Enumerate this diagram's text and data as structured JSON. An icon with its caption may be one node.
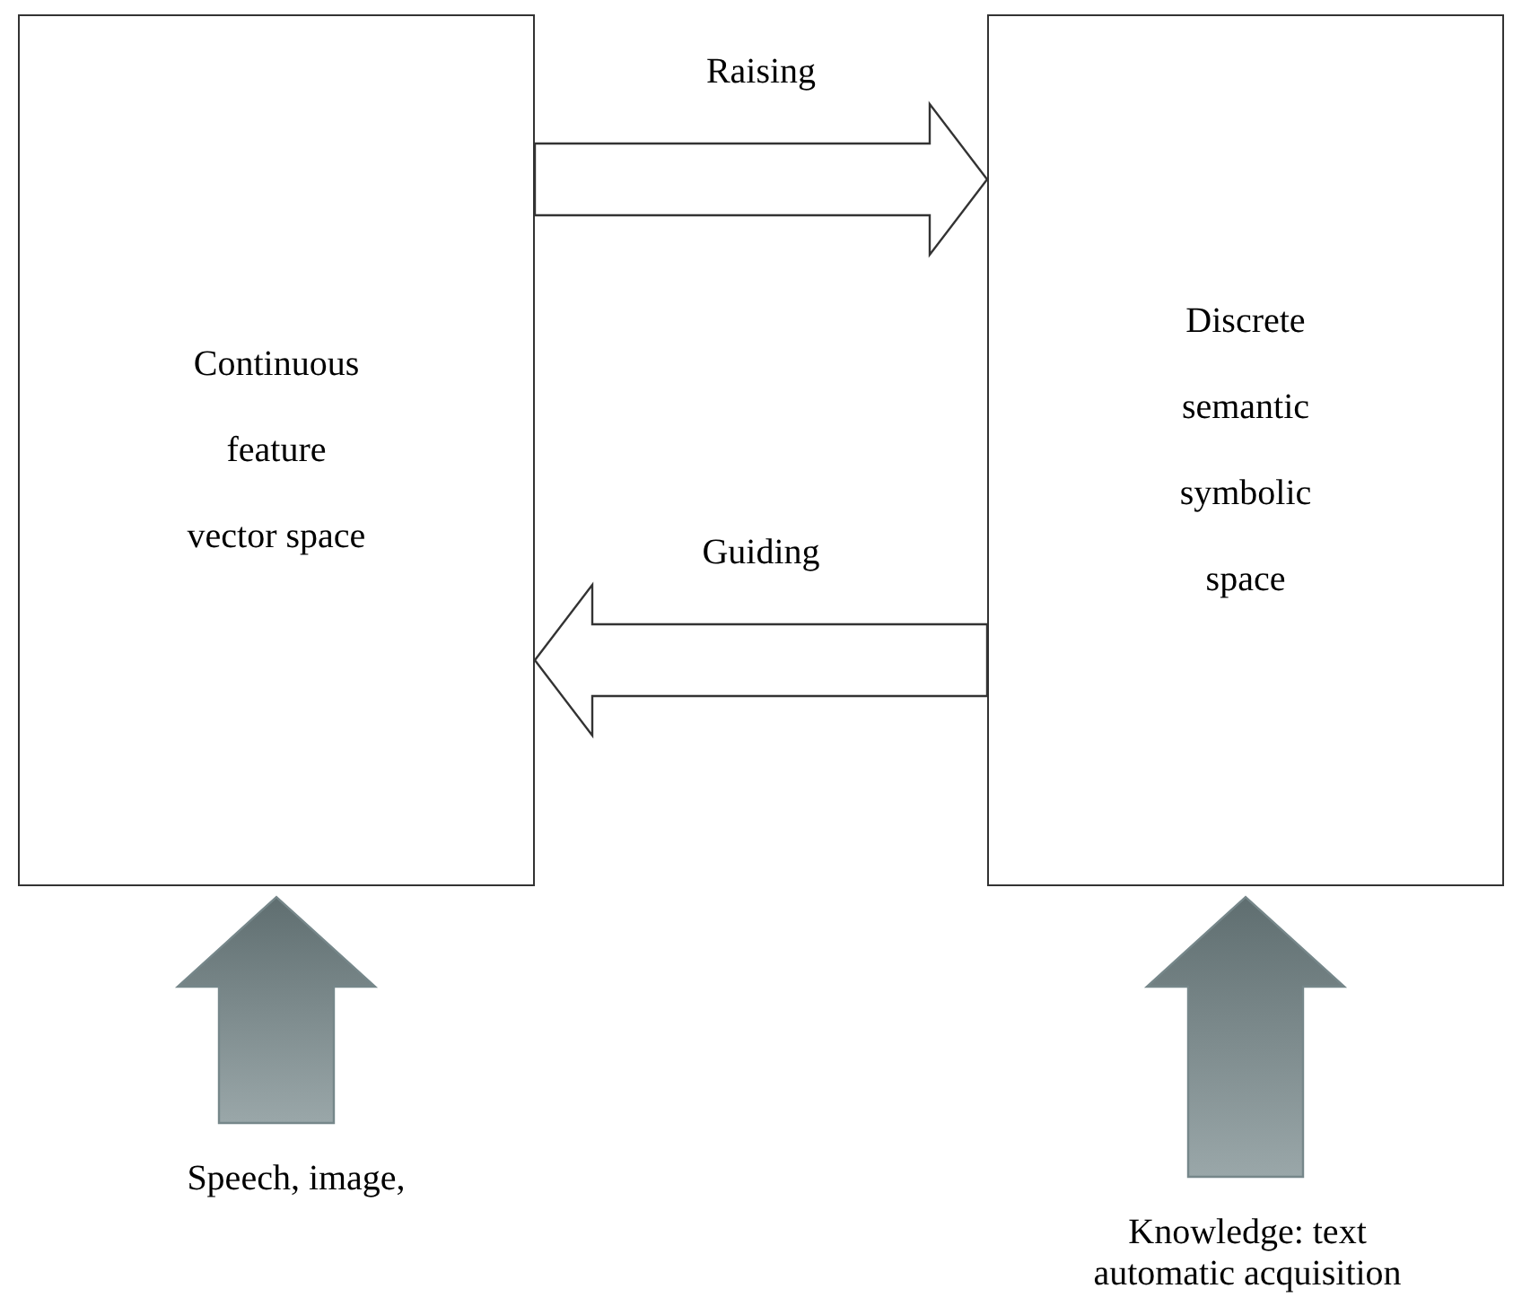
{
  "diagram": {
    "nodes": [
      {
        "text": [
          "Continuous feature vector space"
        ]
      },
      {
        "text": [
          "Discrete semantic symbolic space"
        ]
      },
      {
        "text": [
          "Speech, image,"
        ]
      },
      {
        "text": [
          "Knowledge: text automatic acquisition"
        ]
      }
    ],
    "edges": [
      {
        "from": 0,
        "to": 1,
        "arrow": "to",
        "label": "Raising"
      },
      {
        "from": 1,
        "to": 0,
        "arrow": "to",
        "label": "Guiding"
      },
      {
        "from": 2,
        "to": 0,
        "arrow": "to",
        "style": "thick",
        "color": "#76878a"
      },
      {
        "from": 3,
        "to": 1,
        "arrow": "to",
        "style": "thick",
        "color": "#76878a"
      }
    ]
  }
}
